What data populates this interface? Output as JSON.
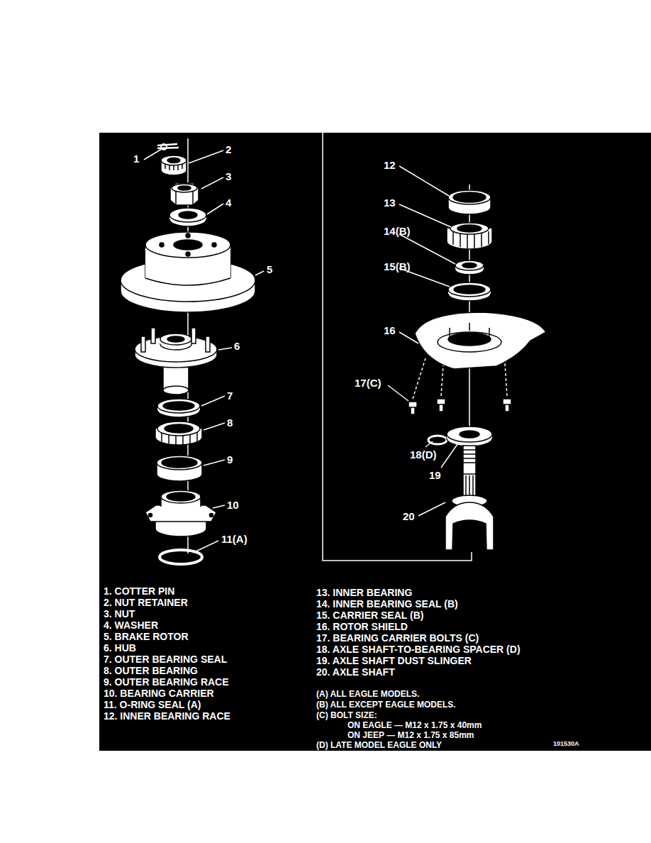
{
  "diagram": {
    "labels": [
      "1",
      "2",
      "3",
      "4",
      "5",
      "6",
      "7",
      "8",
      "9",
      "10",
      "11(A)",
      "12",
      "13",
      "14(B)",
      "15(B)",
      "16",
      "17(C)",
      "18(D)",
      "19",
      "20",
      "1. COTTER PIN",
      "2. NUT RETAINER",
      "3. NUT",
      "4. WASHER",
      "5. BRAKE ROTOR",
      "6. HUB",
      "7. OUTER BEARING SEAL",
      "8. OUTER BEARING",
      "9. OUTER BEARING RACE",
      "10. BEARING CARRIER",
      "11. O-RING SEAL (A)",
      "12. INNER BEARING RACE",
      "13. INNER BEARING",
      "14. INNER BEARING SEAL (B)",
      "15. CARRIER SEAL (B)",
      "16. ROTOR SHIELD",
      "17. BEARING CARRIER BOLTS (C)",
      "18. AXLE SHAFT-TO-BEARING SPACER (D)",
      "19. AXLE SHAFT DUST SLINGER",
      "20. AXLE SHAFT",
      "(A) ALL EAGLE MODELS.",
      "(B) ALL EXCEPT EAGLE MODELS.",
      "(C) BOLT SIZE:",
      "ON EAGLE — M12 x 1.75 x 40mm",
      "ON JEEP — M12 x 1.75 x 85mm",
      "(D) LATE MODEL EAGLE ONLY",
      "101530A"
    ]
  }
}
